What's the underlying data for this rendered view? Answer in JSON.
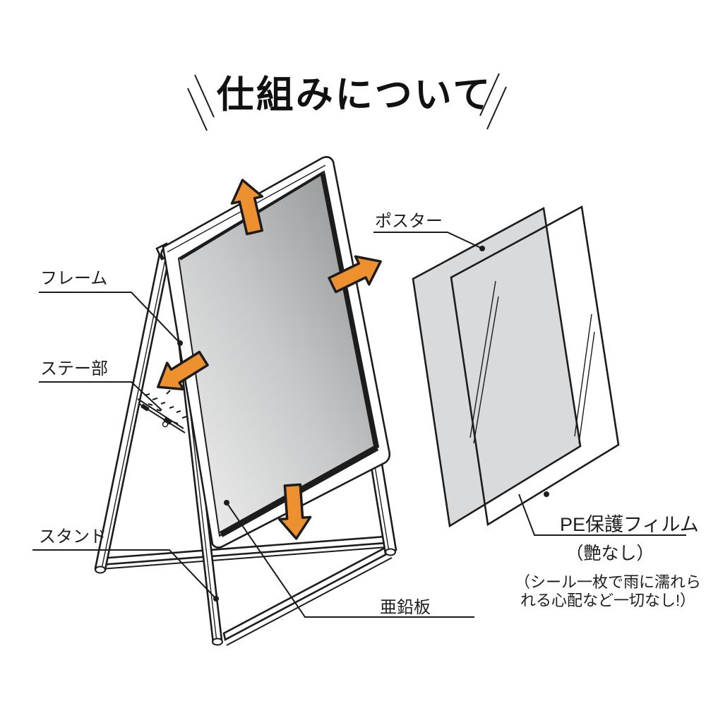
{
  "title": {
    "text": "仕組みについて"
  },
  "labels": {
    "frame": "フレーム",
    "stay": "ステー部",
    "stand": "スタンド",
    "poster": "ポスター",
    "zinc": "亜鉛板",
    "pe_film": "PE保護フィルム",
    "pe_film_sub": "（艶なし）",
    "note1": "（シール一枚で雨に濡れら",
    "note2": "れる心配など一切なし!）"
  },
  "colors": {
    "arrow_fill": "#ED9130",
    "line": "#1c1c1c",
    "poster_gray": "#d9dadb",
    "board_light": "#f1f1f1",
    "board_dark": "#8a8b8c"
  }
}
